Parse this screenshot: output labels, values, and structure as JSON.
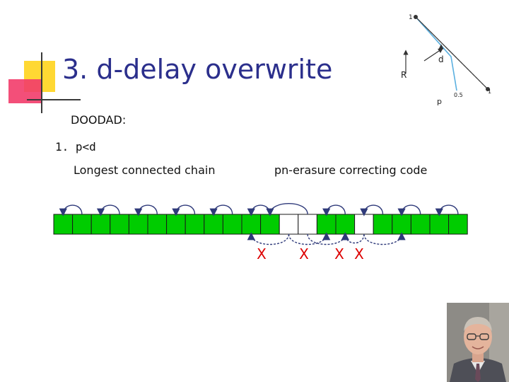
{
  "slide": {
    "title": "3. d-delay overwrite",
    "bullets": {
      "doodad": "DOODAD:",
      "case": "1. p<d"
    },
    "labels": {
      "chain": "Longest connected chain",
      "code": "pn-erasure correcting code"
    }
  },
  "colors": {
    "title": "#2b2f8c",
    "filled_cell": "#00cc00",
    "erased_cell": "#ffffff",
    "arrow": "#2f3a7a",
    "cross": "#dd0000",
    "plot_line": "#5bb0e0",
    "deco_yellow": "#ffd833",
    "deco_pink": "#f23c6a"
  },
  "chain": {
    "cells": [
      "g",
      "g",
      "g",
      "g",
      "g",
      "g",
      "g",
      "g",
      "g",
      "g",
      "g",
      "g",
      "w",
      "w",
      "g",
      "g",
      "w",
      "g",
      "g",
      "g",
      "g",
      "g"
    ],
    "cross_symbol": "X"
  },
  "mini_plot": {
    "y_top_label": "1",
    "y_label": "R",
    "x_label": "p",
    "point_label": "d",
    "tick_mid": "0.5",
    "tick_end": "1"
  },
  "portrait": {
    "icon": "person-photo-icon"
  }
}
